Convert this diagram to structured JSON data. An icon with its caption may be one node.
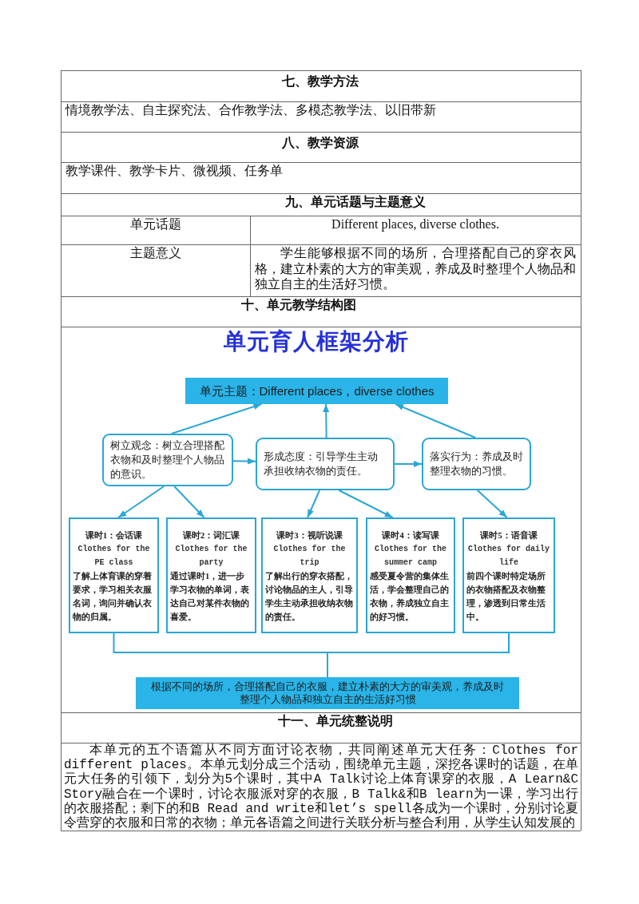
{
  "diagram": {
    "title": "单元育人框架分析",
    "nodes": [
      {
        "text": [
          "单元主题：Different places，diverse clothes"
        ]
      },
      {
        "text": [
          "树立观念：树立合理搭配衣物和及时整理个人物品的意识。"
        ]
      },
      {
        "text": [
          "形成态度：引导学生主动承担收纳衣物的责任。"
        ]
      },
      {
        "text": [
          "落实行为：养成及时整理衣物的习惯。"
        ]
      },
      {
        "text": [
          "课时1：会话课",
          "Clothes for the PE class",
          "了解上体育课的穿着要求，学习相关衣服名词，询问并确认衣物的归属。"
        ]
      },
      {
        "text": [
          "课时2：词汇课",
          "Clothes for the party",
          "通过课时1，进一步学习衣物的单词，表达自己对某件衣物的喜爱。"
        ]
      },
      {
        "text": [
          "课时3：视听说课",
          "Clothes for the trip",
          "了解出行的穿衣搭配，讨论物品的主人，引导学生主动承担收纳衣物的责任。"
        ]
      },
      {
        "text": [
          "课时4：读写课",
          "Clothes for the summer camp",
          "感受夏令营的集体生活，学会整理自己的衣物，养成独立自主的好习惯。"
        ]
      },
      {
        "text": [
          "课时5：语音课",
          "Clothes for daily life",
          "前四个课时特定场所的衣物搭配及衣物整理，渗透到日常生活中。"
        ]
      },
      {
        "text": [
          "根据不同的场所，合理搭配自己的衣服，建立朴素的大方的审美观，养成及时整理个人物品和独立自主的生活好习惯"
        ]
      }
    ],
    "edges": [
      {
        "from": 1,
        "to": 0,
        "arrow": "to"
      },
      {
        "from": 2,
        "to": 0,
        "arrow": "to"
      },
      {
        "from": 3,
        "to": 0,
        "arrow": "to"
      },
      {
        "from": 1,
        "to": 2,
        "arrow": "to"
      },
      {
        "from": 2,
        "to": 3,
        "arrow": "to"
      },
      {
        "from": 1,
        "to": 4,
        "arrow": "to"
      },
      {
        "from": 1,
        "to": 5,
        "arrow": "to"
      },
      {
        "from": 2,
        "to": 6,
        "arrow": "to"
      },
      {
        "from": 2,
        "to": 7,
        "arrow": "to"
      },
      {
        "from": 3,
        "to": 8,
        "arrow": "to"
      },
      {
        "from": 4,
        "to": 9,
        "arrow": "none"
      },
      {
        "from": 8,
        "to": 9,
        "arrow": "none"
      }
    ],
    "labels": [
      "七、教学方法",
      "情境教学法、自主探究法、合作教学法、多模态教学法、以旧带新",
      "八、教学资源",
      "教学课件、教学卡片、微视频、任务单",
      "九、单元话题与主题意义",
      "单元话题",
      "Different places, diverse clothes.",
      "主题意义",
      "学生能够根据不同的场所，合理搭配自己的穿衣风格，建立朴素的大方的审美观，养成及时整理个人物品和独立自主的生活好习惯。",
      "十、单元教学结构图",
      "十一、单元统整说明",
      "本单元的五个语篇从不同方面讨论衣物，共同阐述单元大任务：Clothes for different places。本单元划分成三个活动，围绕单元主题，深挖各课时的话题，在单元大任务的引领下，划分为5个课时，其中A Talk讨论上体育课穿的衣服，A Learn&C Story融合在一个课时，讨论衣服派对穿的衣服，B Talk&和B learn为一课，学习出行的衣服搭配；剩下的和B Read and write和let’s spell各成为一个课时，分别讨论夏令营穿的衣服和日常的衣物；单元各语篇之间进行关联分析与整合利用，从学生认知发展的"
    ]
  }
}
